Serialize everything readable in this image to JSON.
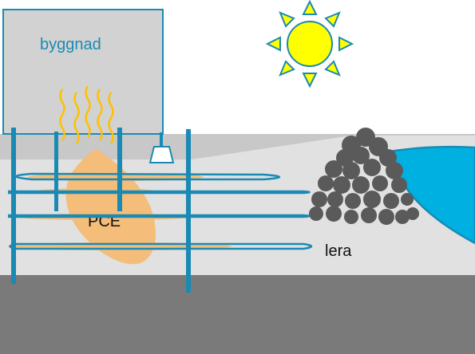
{
  "labels": {
    "building": "byggnad",
    "contaminant": "PCE",
    "clay": "lera"
  },
  "icons": {
    "sun": "sun-icon",
    "vapor": "rising-vapor-icon",
    "lamp": "ceiling-lamp-icon",
    "rubble": "rock-pile-icon",
    "water": "water-body-icon"
  },
  "colors": {
    "sky": "#ffffff",
    "building_fill": "#d2d2d2",
    "building_stroke": "#1a8ab4",
    "upper_soil": "#c8c8c8",
    "clay_layer": "#e1e1e1",
    "bedrock": "#7a7a7a",
    "pipe": "#1a8ab4",
    "contaminant": "#f4bd7a",
    "water": "#00b0e0",
    "rock": "#5a5a5a",
    "sun_fill": "#ffff00",
    "sun_stroke": "#1a8ab4",
    "vapor": "#ffc000",
    "text_building": "#1a8ab4",
    "text_dark": "#111111"
  }
}
